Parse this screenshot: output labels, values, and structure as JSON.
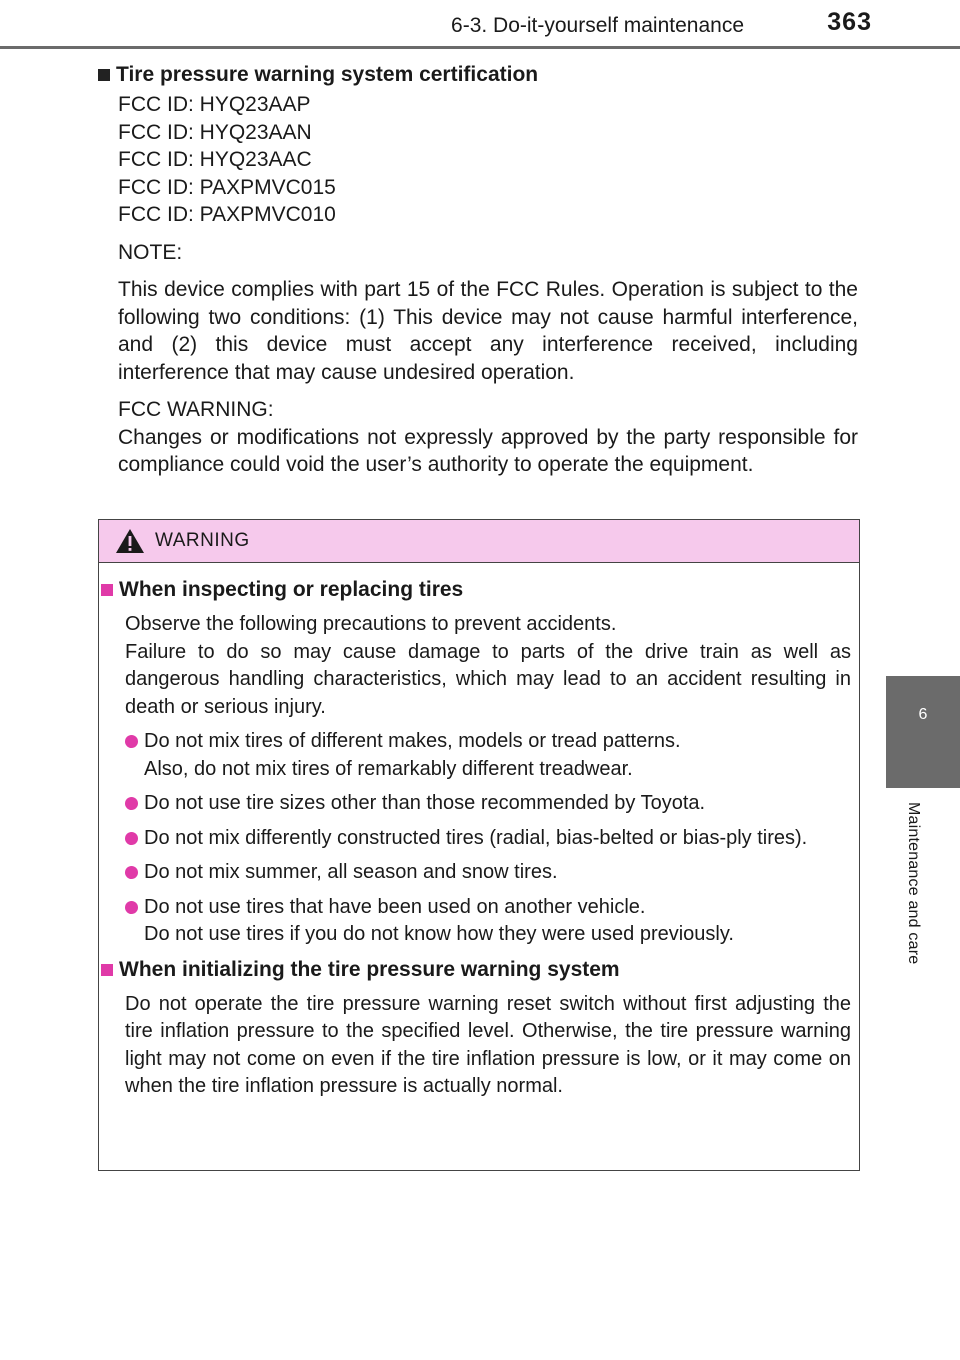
{
  "header": {
    "section": "6-3. Do-it-yourself maintenance",
    "page_number": "363"
  },
  "side_tab": {
    "chapter_number": "6",
    "chapter_title": "Maintenance and care"
  },
  "certification": {
    "heading": "Tire pressure warning system certification",
    "fcc_ids": [
      "FCC ID: HYQ23AAP",
      "FCC ID: HYQ23AAN",
      "FCC ID: HYQ23AAC",
      "FCC ID: PAXPMVC015",
      "FCC ID: PAXPMVC010"
    ],
    "note_label": "NOTE:",
    "note_text": "This device complies with part 15 of the FCC Rules. Operation is subject to the following two conditions: (1) This device may not cause harmful interference, and (2) this device must accept any interference received, including interference that may cause undesired operation.",
    "warning_label": "FCC WARNING:",
    "warning_text": "Changes or modifications not expressly approved by the party responsible for compliance could void the user’s authority to operate the equipment."
  },
  "warning_box": {
    "title": "WARNING",
    "header_color": "#f6c9ec",
    "accent_color": "#e03aa8",
    "icon": "warning-triangle-icon",
    "inspecting": {
      "heading": "When inspecting or replacing tires",
      "intro": "Observe the following precautions to prevent accidents.",
      "intro2": "Failure to do so may cause damage to parts of the drive train as well as dangerous handling characteristics, which may lead to an accident resulting in death or serious injury.",
      "bullets": [
        {
          "line1": "Do not mix tires of different makes, models or tread patterns.",
          "line2": "Also, do not mix tires of remarkably different treadwear."
        },
        {
          "line1": "Do not use tire sizes other than those recommended by Toyota.",
          "line2": ""
        },
        {
          "line1": "Do not mix differently constructed tires (radial, bias-belted or bias-ply tires).",
          "line2": ""
        },
        {
          "line1": "Do not mix summer, all season and snow tires.",
          "line2": ""
        },
        {
          "line1": "Do not use tires that have been used on another vehicle.",
          "line2": "Do not use tires if you do not know how they were used previously."
        }
      ]
    },
    "initializing": {
      "heading": "When initializing the tire pressure warning system",
      "text": "Do not operate the tire pressure warning reset switch without first adjusting the tire inflation pressure to the specified level. Otherwise, the tire pressure warning light may not come on even if the tire inflation pressure is low, or it may come on when the tire inflation pressure is actually normal."
    }
  }
}
